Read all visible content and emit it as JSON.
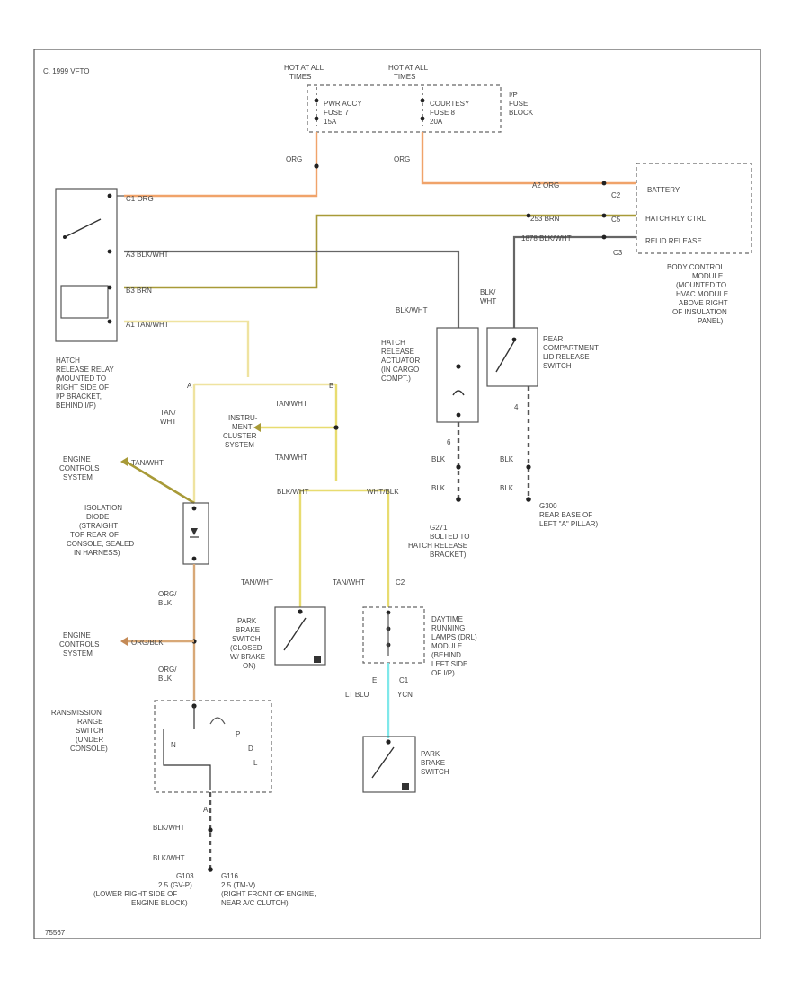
{
  "header_label": "C. 1999 VFTO",
  "footer_label": "75567",
  "fuse_block": {
    "hot1": [
      "HOT AT ALL",
      "TIMES"
    ],
    "hot2": [
      "HOT AT ALL",
      "TIMES"
    ],
    "fuse7": [
      "PWR ACCY",
      "FUSE 7",
      "15A"
    ],
    "fuse8": [
      "COURTESY",
      "FUSE 8",
      "20A"
    ],
    "name": [
      "I/P",
      "FUSE",
      "BLOCK"
    ]
  },
  "wires": {
    "org_left": "ORG",
    "org_right": "ORG",
    "c1_org": "C1 ORG",
    "a2_org": "A2  ORG",
    "c2_top": "C2",
    "a3_blk": "A3  BLK/WHT",
    "b3_brn": "B3  BRN",
    "a1_tan": "A1  TAN/WHT",
    "brn_253": "253   BRN",
    "c5": "C5",
    "w1878": "1878  BLK/WHT",
    "c3": "C3",
    "blk_wht_act": "BLK/WHT",
    "blk_wht_sw": [
      "BLK/",
      "WHT"
    ],
    "splice_a": "A",
    "splice_b": "B",
    "s_tan_wht": [
      "TAN/",
      "WHT"
    ],
    "tan_wht_ic1": "TAN/WHT",
    "tan_wht_ic2": "TAN/WHT",
    "tan_wht_ec": "TAN/WHT",
    "blk_wht_wht": "BLK/WHT",
    "wht_blk_wht": "WHT/BLK",
    "org_blk_ec": "ORG/BLK",
    "org_blk_a": [
      "ORG/",
      "BLK"
    ],
    "org_blk_b": [
      "ORG/",
      "BLK"
    ],
    "tan_wht_pbs": "TAN/WHT",
    "tan_wht_drl": "TAN/WHT",
    "c2_drl": "C2",
    "e_drl": "E",
    "c1_drl": "C1",
    "lt_blu": "LT BLU",
    "ycn": "YCN",
    "blk_a": "BLK",
    "blk_b": "BLK",
    "blk_c": "BLK",
    "blk_d": "BLK",
    "num6": "6",
    "num4": "4",
    "blk_wht_t1": "BLK/WHT",
    "blk_wht_t2": "BLK/WHT",
    "a_tr": "A"
  },
  "components": {
    "battery": "BATTERY",
    "hatch_ctrl": "HATCH RLY CTRL",
    "hatch_release": "RELID RELEASE",
    "bcm": [
      "BODY CONTROL",
      "MODULE",
      "(MOUNTED TO",
      "HVAC MODULE",
      "ABOVE RIGHT",
      "OF INSULATION",
      "PANEL)"
    ],
    "relay": [
      "HATCH",
      "RELEASE RELAY",
      "(MOUNTED TO",
      "RIGHT SIDE OF",
      "I/P BRACKET,",
      "BEHIND I/P)"
    ],
    "actuator": [
      "HATCH",
      "RELEASE",
      "ACTUATOR",
      "(IN CARGO",
      "COMPT.)"
    ],
    "rear_switch": [
      "REAR",
      "COMPARTMENT",
      "LID RELEASE",
      "SWITCH"
    ],
    "instrument": [
      "INSTRU-",
      "MENT",
      "CLUSTER",
      "SYSTEM"
    ],
    "engine_controls_1": [
      "ENGINE",
      "CONTROLS",
      "SYSTEM"
    ],
    "engine_controls_2": [
      "ENGINE",
      "CONTROLS",
      "SYSTEM"
    ],
    "diode": [
      "ISOLATION",
      "DIODE",
      "(STRAIGHT",
      "TOP REAR OF",
      "CONSOLE, SEALED",
      "IN HARNESS)"
    ],
    "park_brake_closed": [
      "PARK",
      "BRAKE",
      "SWITCH",
      "(CLOSED",
      "W/ BRAKE",
      "ON)"
    ],
    "drl": [
      "DAYTIME",
      "RUNNING",
      "LAMPS (DRL)",
      "MODULE",
      "(BEHIND",
      "LEFT SIDE",
      "OF I/P)"
    ],
    "park_brake_switch": [
      "PARK",
      "BRAKE",
      "SWITCH"
    ],
    "trans": [
      "TRANSMISSION",
      "RANGE",
      "SWITCH",
      "(UNDER",
      "CONSOLE)"
    ],
    "trans_pos": [
      "N",
      "P",
      "D",
      "L"
    ],
    "g271": [
      "G271",
      "BOLTED TO",
      "HATCH RELEASE",
      "BRACKET)"
    ],
    "g300": [
      "G300",
      "REAR BASE OF",
      "LEFT \"A\" PILLAR)"
    ],
    "g103": [
      "G103",
      "2.5 (GV-P)",
      "(LOWER RIGHT SIDE OF",
      "ENGINE BLOCK)"
    ],
    "g116": [
      "G116",
      "2.5 (TM-V)",
      "(RIGHT FRONT OF ENGINE,",
      "NEAR A/C CLUTCH)"
    ]
  }
}
